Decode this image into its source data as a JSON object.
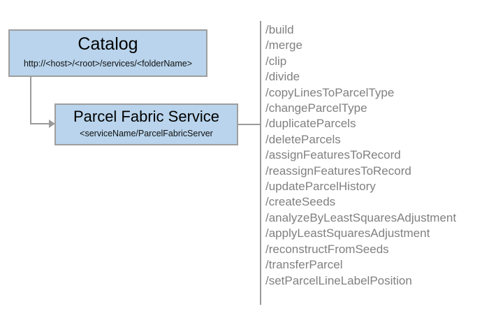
{
  "diagram": {
    "nodes": [
      {
        "id": "catalog",
        "title": "Catalog",
        "subtitle": "http://<host>/<root>/services/<folderName>"
      },
      {
        "id": "service",
        "title": "Parcel Fabric Service",
        "subtitle": "<serviceName/ParcelFabricServer"
      }
    ],
    "operations": [
      "/build",
      "/merge",
      "/clip",
      "/divide",
      "/copyLinesToParcelType",
      "/changeParcelType",
      "/duplicateParcels",
      "/deleteParcels",
      "/assignFeaturesToRecord",
      "/reassignFeaturesToRecord",
      "/updateParcelHistory",
      "/createSeeds",
      "/analyzeByLeastSquaresAdjustment",
      "/applyLeastSquaresAdjustment",
      "/reconstructFromSeeds",
      "/transferParcel",
      "/setParcelLineLabelPosition"
    ],
    "colors": {
      "node_fill": "#b9d4ec",
      "node_border": "#9e9e9e",
      "connector": "#9a9a9a",
      "operation_text": "#808080",
      "background": "#ffffff"
    }
  }
}
